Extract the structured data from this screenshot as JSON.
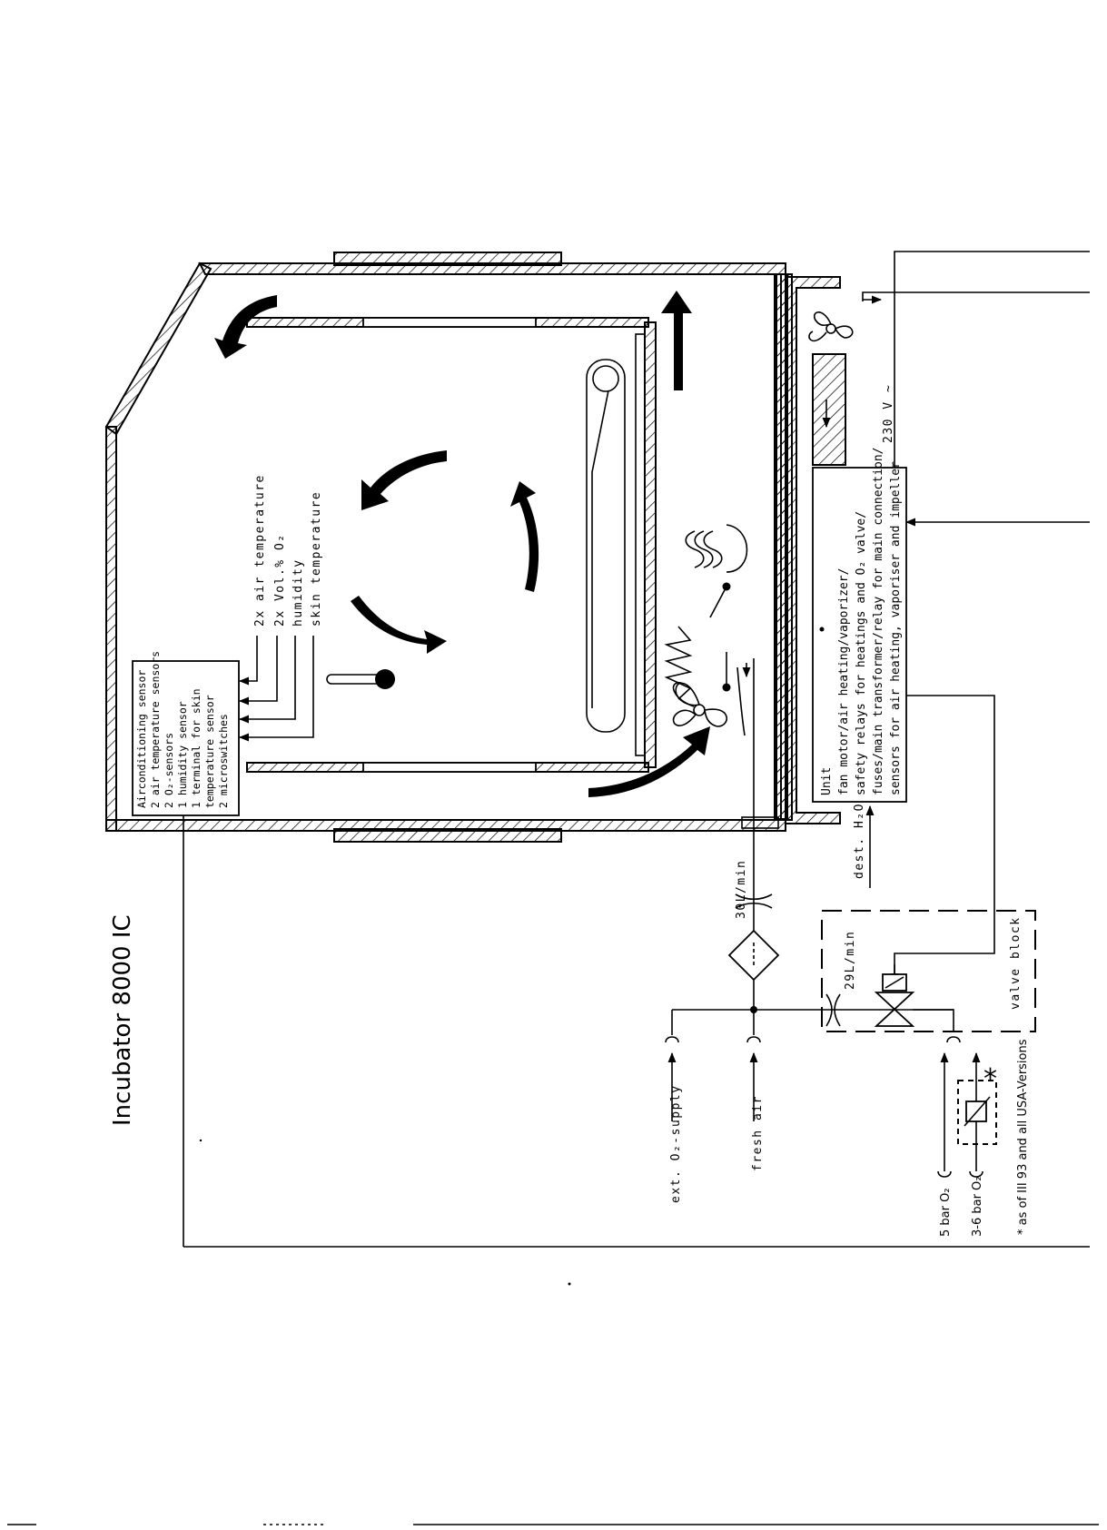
{
  "title": "Incubator 8000 IC",
  "footnote": "* as of III 93 and all USA-Versions",
  "sensor_box": {
    "lines": [
      "Airconditioning sensor",
      "2 air temperature sensors",
      "2 O₂-sensors",
      "1 humidity sensor",
      "1 terminal for skin",
      "  temperature sensor",
      "2 microswitches"
    ]
  },
  "measurements": [
    "2x air temperature",
    "2x Vol.% O₂",
    "humidity",
    "skin temperature"
  ],
  "unit_box": {
    "lines": [
      "Unit",
      "fan motor/air heating/vaporizer/",
      "safety relays for heatings and O₂ valve/",
      "fuses/main transformer/relay for main connection/",
      "sensors for air heating, vaporiser and impeller"
    ]
  },
  "labels": {
    "voltage": "230 V ~",
    "dest_h2o": "dest. H₂O",
    "flow_30": "30L/min",
    "flow_29": "29L/min",
    "valve_block": "valve block",
    "ext_o2": "ext. O₂-supply",
    "fresh_air": "fresh air",
    "bar5": "5 bar O₂",
    "bar36": "3-6 bar O₂",
    "asterisk": "*"
  }
}
